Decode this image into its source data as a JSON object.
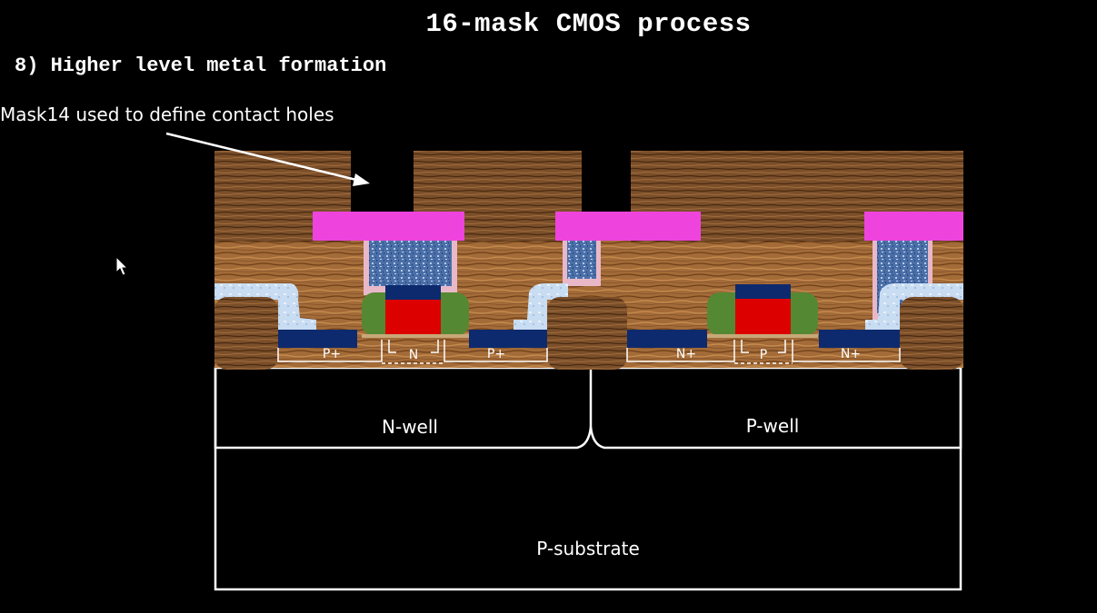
{
  "slide": {
    "title": "16-mask CMOS process",
    "step": "8) Higher level metal formation"
  },
  "annotation": "Mask14 used to define contact holes",
  "regions": {
    "n_well": "N-well",
    "p_well": "P-well",
    "p_substrate": "P-substrate"
  },
  "diffusions": {
    "pmos_source": "P+",
    "pmos_channel": "N",
    "pmos_drain": "P+",
    "nmos_source": "N+",
    "nmos_channel": "P",
    "nmos_drain": "N+"
  },
  "colors": {
    "background": "#000000",
    "metal": "#ee44dd",
    "gate": "#dd0000",
    "spacer": "#558833",
    "silicide": "#0d2a6e",
    "contact_plug": "#4a6fa8",
    "oxide": "#a8703f",
    "outline": "#ffffff"
  }
}
